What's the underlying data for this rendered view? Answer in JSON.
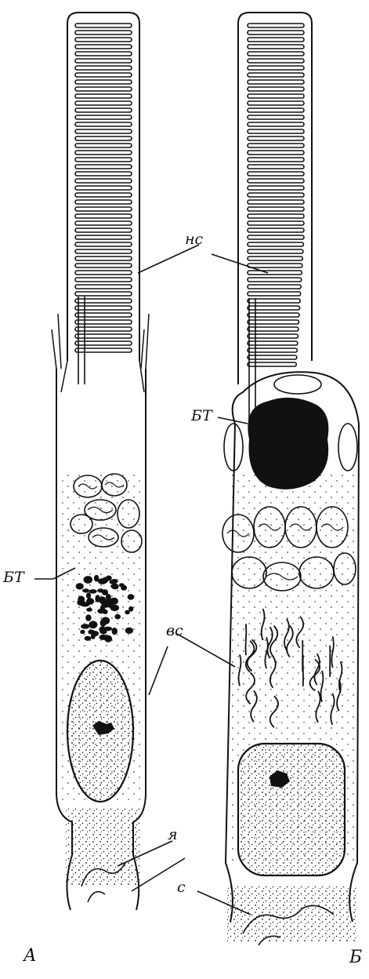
{
  "figure": {
    "panel_a": "А",
    "panel_b": "Б",
    "labels": {
      "outer_segment": "нс",
      "basal_body_a": "БТ",
      "basal_body_b": "БТ",
      "inner_segment": "вс",
      "nucleus": "я",
      "synapse": "с"
    },
    "colors": {
      "ink": "#111111",
      "paper": "#ffffff"
    }
  }
}
